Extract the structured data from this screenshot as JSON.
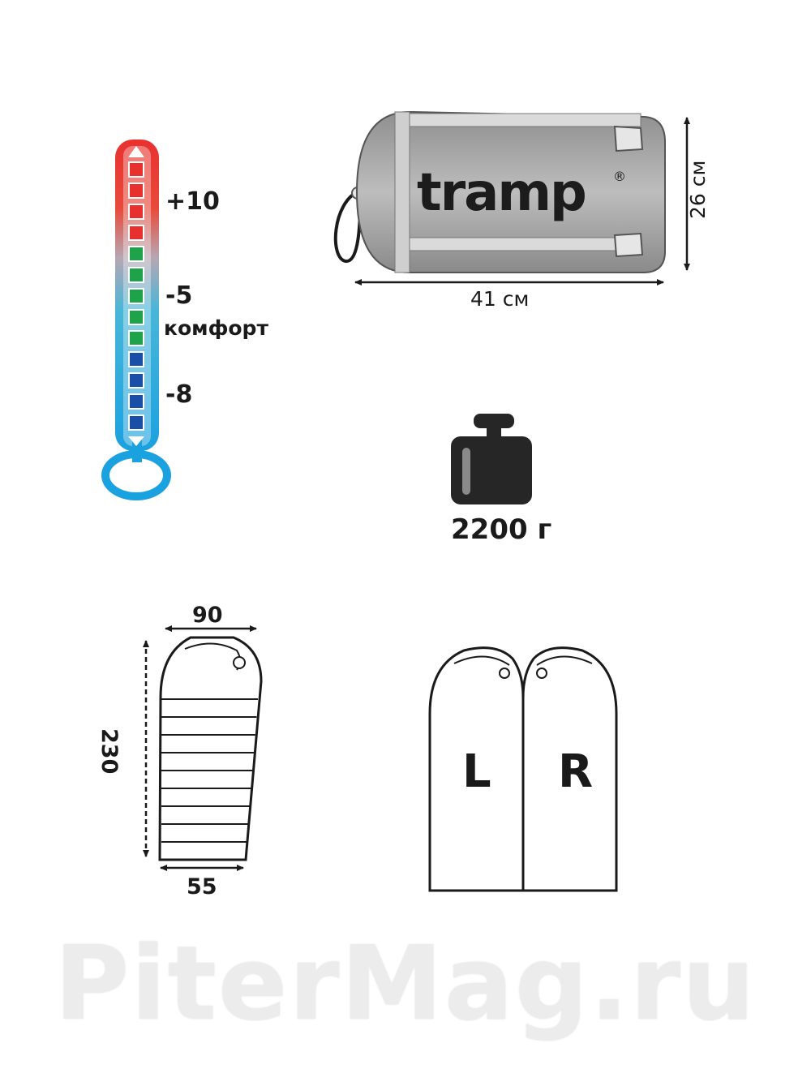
{
  "thermometer": {
    "temp_max": "+10",
    "temp_comfort": "-5",
    "comfort_label": "комфорт",
    "temp_extreme": "-8",
    "colors": {
      "warm": "#e8312f",
      "comfort": "#1fa34a",
      "cold": "#1a4fa8",
      "tube": "#1aa1e0"
    }
  },
  "packed": {
    "brand": "tramp",
    "registered_mark": "®",
    "length_label": "41 см",
    "diameter_label": "26 см"
  },
  "weight": {
    "label": "2200 г"
  },
  "bag_dimensions": {
    "width_top": "90",
    "length": "230",
    "width_bottom": "55"
  },
  "zip_sides": {
    "left": "L",
    "right": "R"
  },
  "watermark": {
    "text": "PiterMag.ru"
  }
}
